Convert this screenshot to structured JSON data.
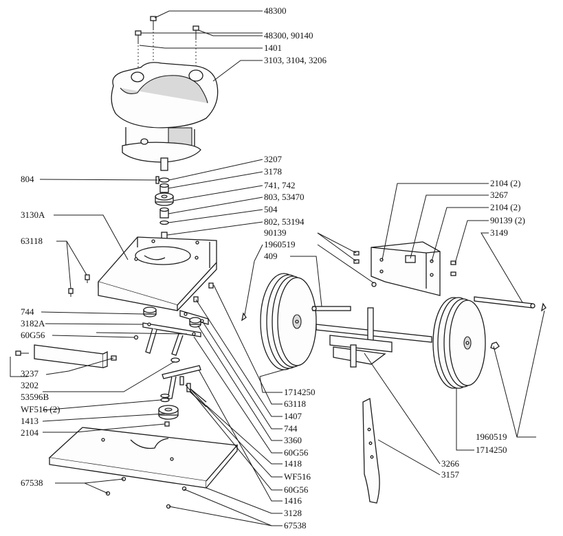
{
  "labels": {
    "l48300": "48300",
    "l48300_90140": "48300, 90140",
    "l1401": "1401",
    "l3103": "3103, 3104, 3206",
    "l3207": "3207",
    "l804": "804",
    "l3178": "3178",
    "l741": "741, 742",
    "l803": "803, 53470",
    "l504": "504",
    "l3130A": "3130A",
    "l802": "802, 53194",
    "l63118a": "63118",
    "l744a": "744",
    "l3182A": "3182A",
    "l60G56a": "60G56",
    "l3237": "3237",
    "l3202": "3202",
    "l53596B": "53596B",
    "lWF516_2": "WF516 (2)",
    "l1413": "1413",
    "l2104a": "2104",
    "l67538a": "67538",
    "l1714250a": "1714250",
    "l63118b": "63118",
    "l1407": "1407",
    "l744b": "744",
    "l3360": "3360",
    "l60G56b": "60G56",
    "l1418": "1418",
    "lWF516": "WF516",
    "l60G56c": "60G56",
    "l1416": "1416",
    "l3128": "3128",
    "l67538b": "67538",
    "l2104_2a": "2104 (2)",
    "l3267": "3267",
    "l2104_2b": "2104 (2)",
    "l90139_2": "90139 (2)",
    "l3149": "3149",
    "l90139": "90139",
    "l1960519a": "1960519",
    "l409": "409",
    "l1960519b": "1960519",
    "l1714250b": "1714250",
    "l3266": "3266",
    "l3157": "3157"
  }
}
